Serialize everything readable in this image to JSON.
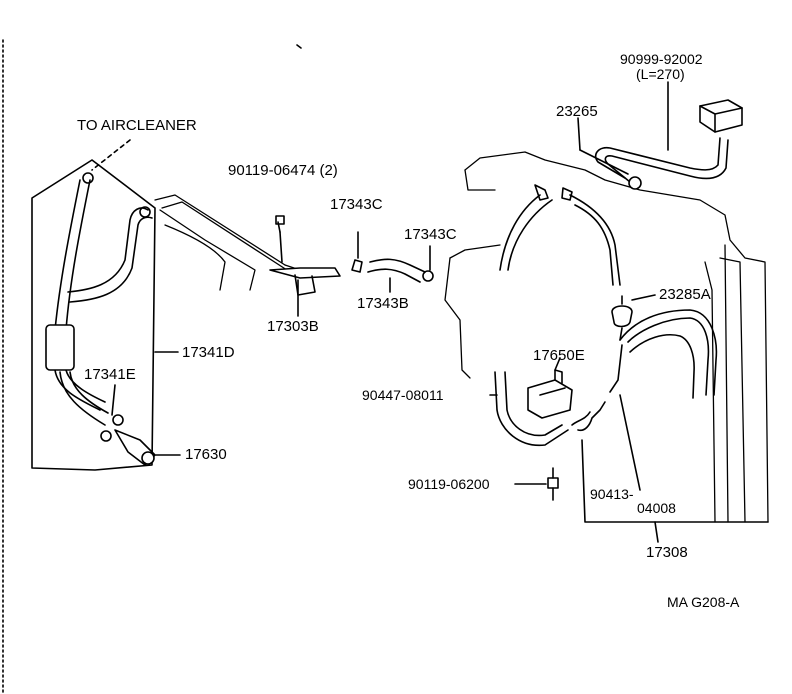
{
  "labels": {
    "to_aircleaner": "TO AIRCLEANER",
    "p90119_06474": "90119-06474 (2)",
    "p17343C_a": "17343C",
    "p17343C_b": "17343C",
    "p17343B": "17343B",
    "p17303B": "17303B",
    "p17341D": "17341D",
    "p17341E": "17341E",
    "p17630": "17630",
    "p90999_92002": "90999-92002",
    "p90999_len": "(L=270)",
    "p23265": "23265",
    "p23285A": "23285A",
    "p17650E": "17650E",
    "p90447_08011": "90447-08011",
    "p90119_06200": "90119-06200",
    "p90413_a": "90413-",
    "p90413_b": "04008",
    "p17308": "17308",
    "ref_code": "MA G208-A"
  }
}
